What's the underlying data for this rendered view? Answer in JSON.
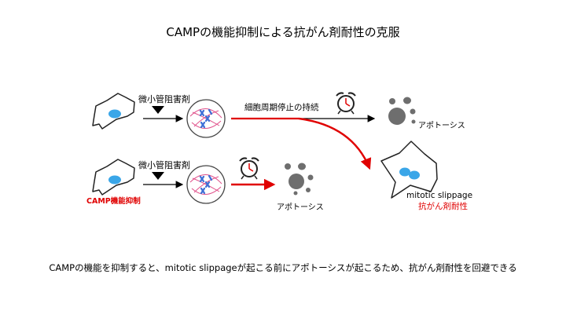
{
  "title": "CAMPの機能抑制による抗がん剤耐性の克服",
  "top_row": {
    "drug_label": "微小管阻害剤",
    "arrest_label": "細胞周期停止の持続",
    "apoptosis_label": "アポトーシス"
  },
  "bottom_row": {
    "drug_label": "微小管阻害剤",
    "camp_label": "CAMP機能抑制",
    "apoptosis_label": "アポトーシス"
  },
  "slippage": {
    "label": "mitotic slippage",
    "resistance_label": "抗がん剤耐性"
  },
  "footer": "CAMPの機能を抑制すると、mitotic slippageが起こる前にアポトーシスが起こるため、抗がん剤耐性を回避できる",
  "colors": {
    "red": "#e00000",
    "cell_blue": "#3aa6e8",
    "apoptotic_gray": "#6e6e6e",
    "spindle_pink": "#e0508a",
    "chromosome_blue": "#3d6fd6"
  }
}
